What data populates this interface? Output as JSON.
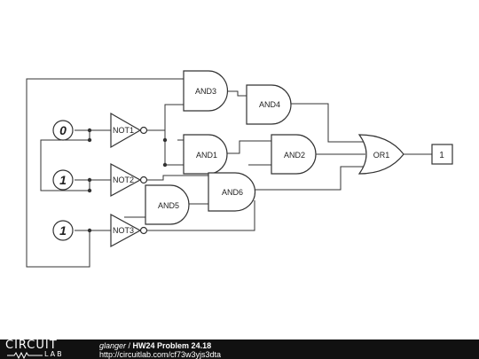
{
  "circuit": {
    "gates": {
      "and1": "AND1",
      "and2": "AND2",
      "and3": "AND3",
      "and4": "AND4",
      "and5": "AND5",
      "and6": "AND6",
      "not1": "NOT1",
      "not2": "NOT2",
      "not3": "NOT3",
      "or1": "OR1"
    },
    "inputs": [
      "0",
      "1",
      "1"
    ],
    "output": "1"
  },
  "footer": {
    "logo_top": "CIRCUIT",
    "logo_bottom": "LAB",
    "author": "glanger",
    "separator": " / ",
    "title": "HW24 Problem 24.18",
    "url": "http://circuitlab.com/cf73w3yjs3dta"
  },
  "colors": {
    "wire": "#333333",
    "footer_bg": "#111111",
    "footer_text": "#ffffff"
  }
}
